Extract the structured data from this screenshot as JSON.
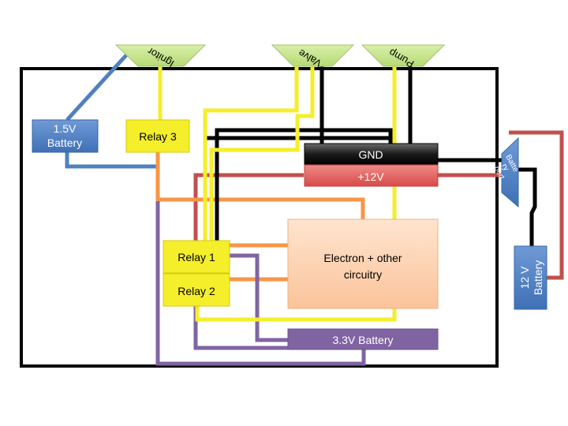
{
  "colors": {
    "yellow": "#f5ee2a",
    "black": "#000000",
    "red": "#c0504d",
    "orange": "#f79646",
    "purple": "#8064a2",
    "blue": "#4f81bd",
    "green": "#c6e58b"
  },
  "connectors": {
    "ignitor": "Ignitor",
    "valve": "Valve",
    "pump": "Pump"
  },
  "components": {
    "battery_1_5v_line1": "1.5V",
    "battery_1_5v_line2": "Battery",
    "relay3": "Relay 3",
    "relay1": "Relay 1",
    "relay2": "Relay 2",
    "gnd": "GND",
    "plus12v": "+12V",
    "electron_line1": "Electron + other",
    "electron_line2": "circuitry",
    "battery_3_3v": "3.3V Battery",
    "battery_port_line1": "Batte",
    "battery_port_line2": "ry",
    "battery_port_line3": "port",
    "battery_12v_line1": "12 V",
    "battery_12v_line2": "Battery"
  }
}
